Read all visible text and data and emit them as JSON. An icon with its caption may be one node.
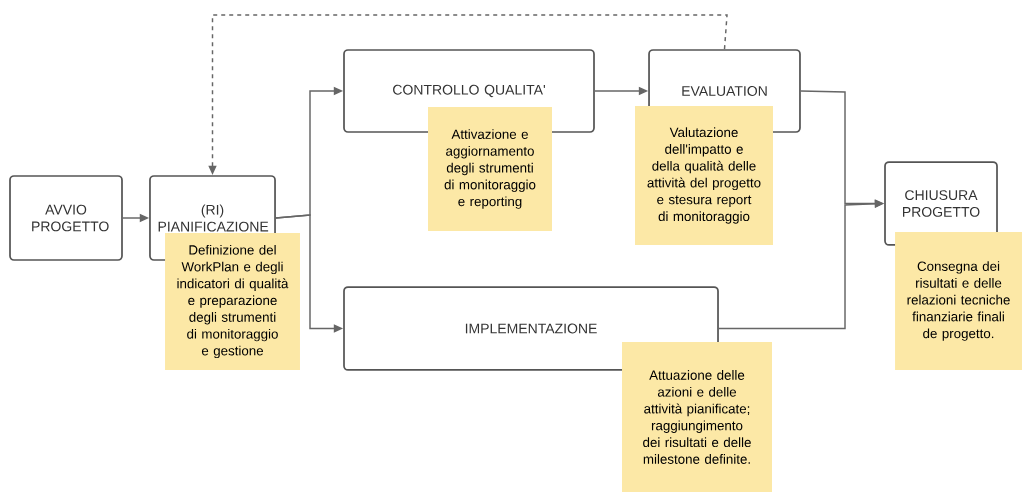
{
  "diagram": {
    "nodes": [
      {
        "text": [
          "AVVIO PROGETTO"
        ]
      },
      {
        "text": [
          "(RI) PIANIFICAZIONE"
        ]
      },
      {
        "text": [
          "Definizione del WorkPlan e degli indicatori di qualità e preparazione degli strumenti di monitoraggio e gestione"
        ]
      },
      {
        "text": [
          "CONTROLLO QUALITA'"
        ]
      },
      {
        "text": [
          "Attivazione e aggiornamento degli strumenti di monitoraggio e reporting"
        ]
      },
      {
        "text": [
          "EVALUATION"
        ]
      },
      {
        "text": [
          "Valutazione dell'impatto e della qualità delle attività del progetto e stesura report di monitoraggio"
        ]
      },
      {
        "text": [
          "IMPLEMENTAZIONE"
        ]
      },
      {
        "text": [
          "Attuazione delle azioni e delle attività pianificate; raggiungimento dei risultati e delle milestone definite."
        ]
      },
      {
        "text": [
          "CHIUSURA PROGETTO"
        ]
      },
      {
        "text": [
          "Consegna dei risultati e delle relazioni tecniche finanziarie finali de progetto."
        ]
      }
    ],
    "edges": [
      {
        "from": 0,
        "to": 1,
        "arrow": "to"
      },
      {
        "from": 1,
        "to": 3,
        "arrow": "to"
      },
      {
        "from": 1,
        "to": 7,
        "arrow": "to"
      },
      {
        "from": 3,
        "to": 5,
        "arrow": "to"
      },
      {
        "from": 5,
        "to": 9,
        "arrow": "to"
      },
      {
        "from": 7,
        "to": 9,
        "arrow": "to"
      },
      {
        "from": 5,
        "to": 1,
        "arrow": "to",
        "style": "dashed"
      }
    ]
  }
}
